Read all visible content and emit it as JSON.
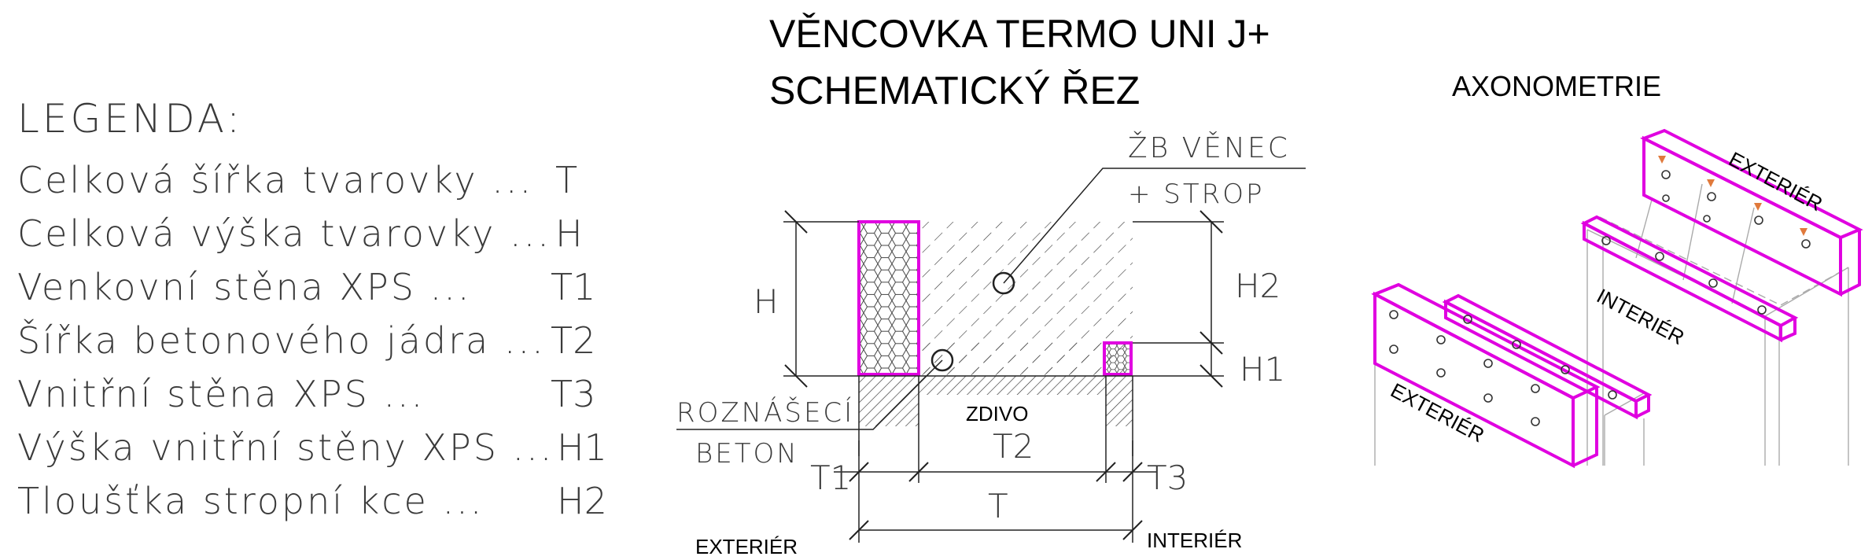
{
  "title": {
    "line1": "VĚNCOVKA TERMO UNI J+",
    "line2": "SCHEMATICKÝ ŘEZ"
  },
  "axonometry_title": "AXONOMETRIE",
  "legend": {
    "heading": "LEGENDA:",
    "items": [
      {
        "text": "Celková šířka tvarovky  ...",
        "symbol": "T"
      },
      {
        "text": "Celková výška tvarovky ...",
        "symbol": "H"
      },
      {
        "text": "Venkovní stěna XPS ...",
        "symbol": "T1"
      },
      {
        "text": "Šířka betonového jádra  ...",
        "symbol": "T2"
      },
      {
        "text": "Vnitřní stěna XPS ...",
        "symbol": "T3"
      },
      {
        "text": "Výška vnitřní stěny XPS ...",
        "symbol": "H1"
      },
      {
        "text": "Tloušťka stropní kce   ...",
        "symbol": "H2"
      }
    ]
  },
  "section": {
    "label_zb_line1": "ŽB VĚNEC",
    "label_zb_line2": "+ STROP",
    "label_roz_line1": "ROZNÁŠECÍ",
    "label_roz_line2": "BETON",
    "label_zdivo": "ZDIVO",
    "dim_H": "H",
    "dim_H2": "H2",
    "dim_H1": "H1",
    "dim_T1": "T1",
    "dim_T2": "T2",
    "dim_T3": "T3",
    "dim_T": "T",
    "label_exterior": "EXTERIÉR",
    "label_interior": "INTERIÉR"
  },
  "axo": {
    "label_ext_top": "EXTERIÉR",
    "label_int": "INTERIÉR",
    "label_ext_bottom": "EXTERIÉR"
  },
  "colors": {
    "xps": "#e000e0",
    "ink": "#222222",
    "accent": "#e07a3c"
  }
}
